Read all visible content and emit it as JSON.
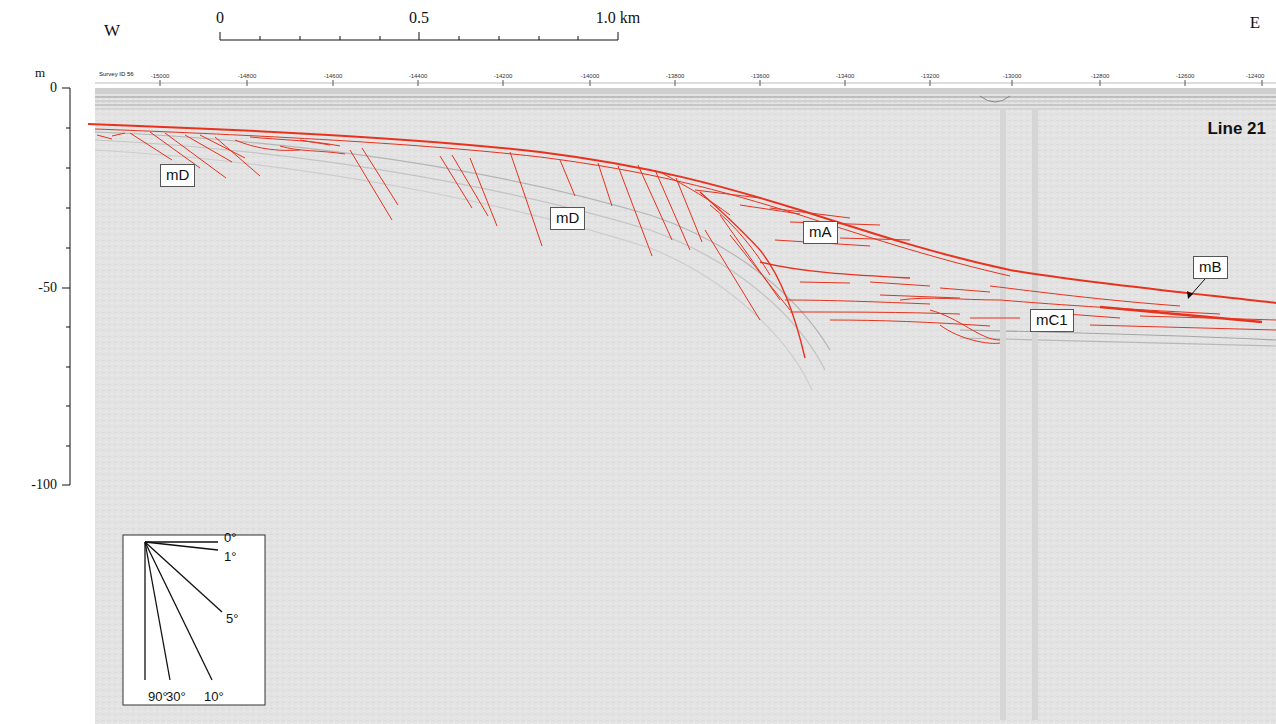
{
  "diagram": {
    "nodes": [
      {
        "text": [
          "mD"
        ]
      },
      {
        "text": [
          "mD"
        ]
      },
      {
        "text": [
          "mA"
        ]
      },
      {
        "text": [
          "mB"
        ]
      },
      {
        "text": [
          "mC1"
        ]
      }
    ],
    "labels": [
      "W",
      "0",
      "0.5",
      "1.0 km",
      "E",
      "m",
      "0",
      "-50",
      "-100",
      "Survey ID 56",
      "-15000",
      "-14800",
      "-14600",
      "-14400",
      "-14200",
      "-14000",
      "-13800",
      "-13600",
      "-13400",
      "-13200",
      "-13000",
      "-12800",
      "-12600",
      "-12400",
      "Line 21",
      "0°",
      "1°",
      "5°",
      "90°",
      "30°",
      "10°"
    ]
  }
}
